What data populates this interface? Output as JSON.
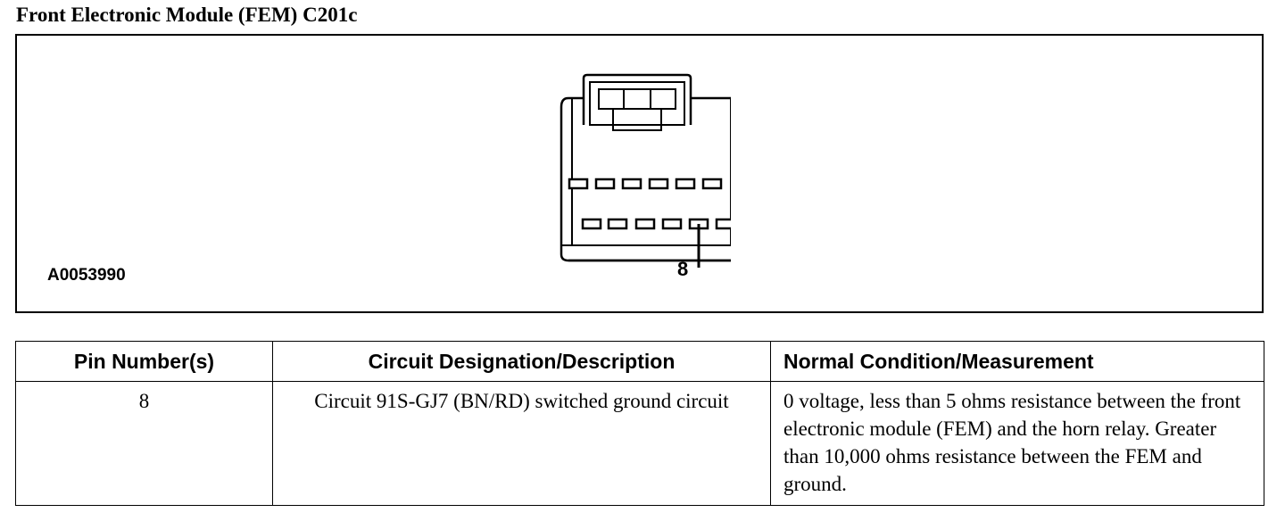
{
  "title": "Front Electronic Module (FEM) C201c",
  "figure": {
    "id": "A0053990",
    "pin_callout": "8"
  },
  "table": {
    "headers": [
      "Pin Number(s)",
      "Circuit Designation/Description",
      "Normal Condition/Measurement"
    ],
    "rows": [
      {
        "pin": "8",
        "description": "Circuit 91S-GJ7 (BN/RD) switched ground circuit",
        "measurement": "0 voltage, less than 5 ohms resistance between the front electronic module (FEM) and the horn relay. Greater than 10,000 ohms resistance between the FEM and ground."
      }
    ]
  }
}
